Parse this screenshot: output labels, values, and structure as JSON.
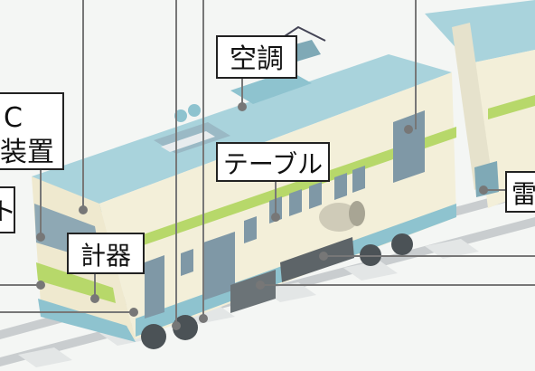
{
  "labels": {
    "aircon": "空調",
    "table": "テーブル",
    "meter": "計器",
    "atc_line1": "C",
    "atc_line2": "装置",
    "left_partial": "ト",
    "right_partial": "雷"
  }
}
